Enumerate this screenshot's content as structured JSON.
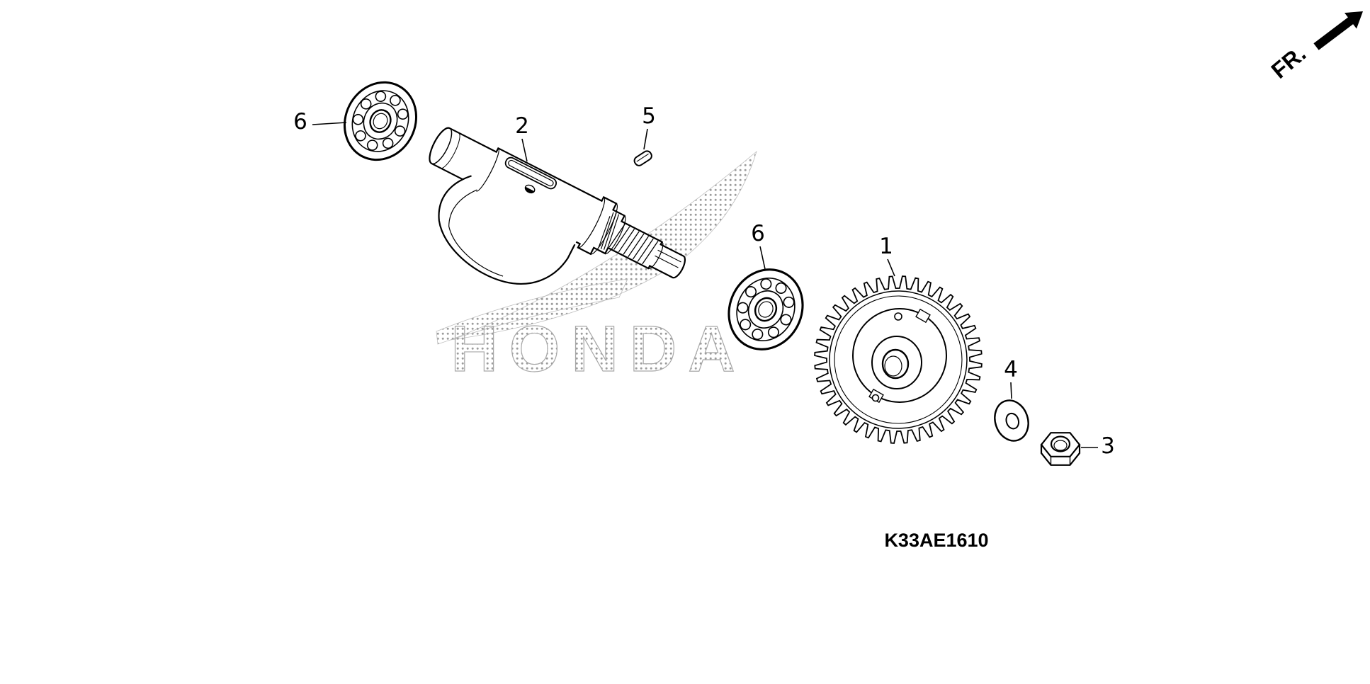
{
  "diagram": {
    "code": "K33AE1610",
    "direction_indicator": "FR.",
    "watermark_text": "HONDA",
    "callouts": [
      {
        "text": "6",
        "part": "ball-bearing-left"
      },
      {
        "text": "2",
        "part": "balancer-shaft"
      },
      {
        "text": "5",
        "part": "woodruff-key"
      },
      {
        "text": "6",
        "part": "ball-bearing-right"
      },
      {
        "text": "1",
        "part": "balancer-gear"
      },
      {
        "text": "4",
        "part": "washer"
      },
      {
        "text": "3",
        "part": "flange-nut"
      }
    ]
  }
}
